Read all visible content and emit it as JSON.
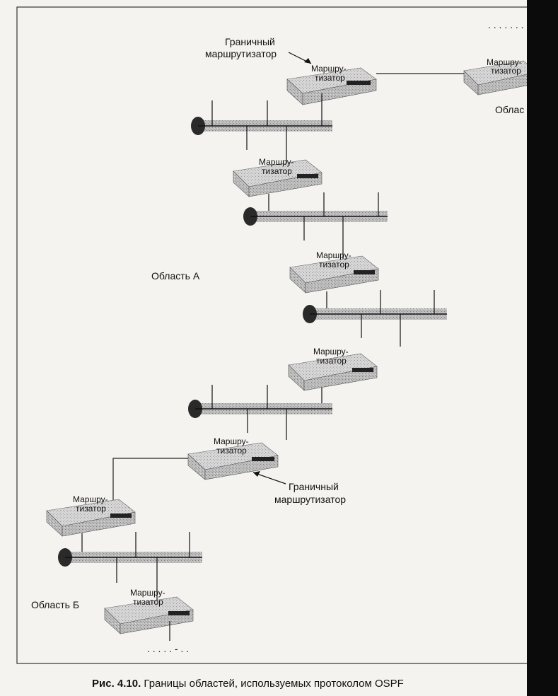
{
  "diagram": {
    "border_router_label_lines": [
      "Граничный",
      "маршрутизатор"
    ],
    "router_label_lines": [
      "Маршру-",
      "тизатор"
    ],
    "area_a_label": "Область А",
    "area_b_label": "Область Б",
    "area_right_partial_label": "Облас",
    "dotted_continuation": ". . . . . . . .",
    "dotted_continuation_bottom": ". . . . . - . ."
  },
  "caption": {
    "prefix": "Рис. 4.10.",
    "text": " Границы областей, используемых протоколом OSPF"
  }
}
